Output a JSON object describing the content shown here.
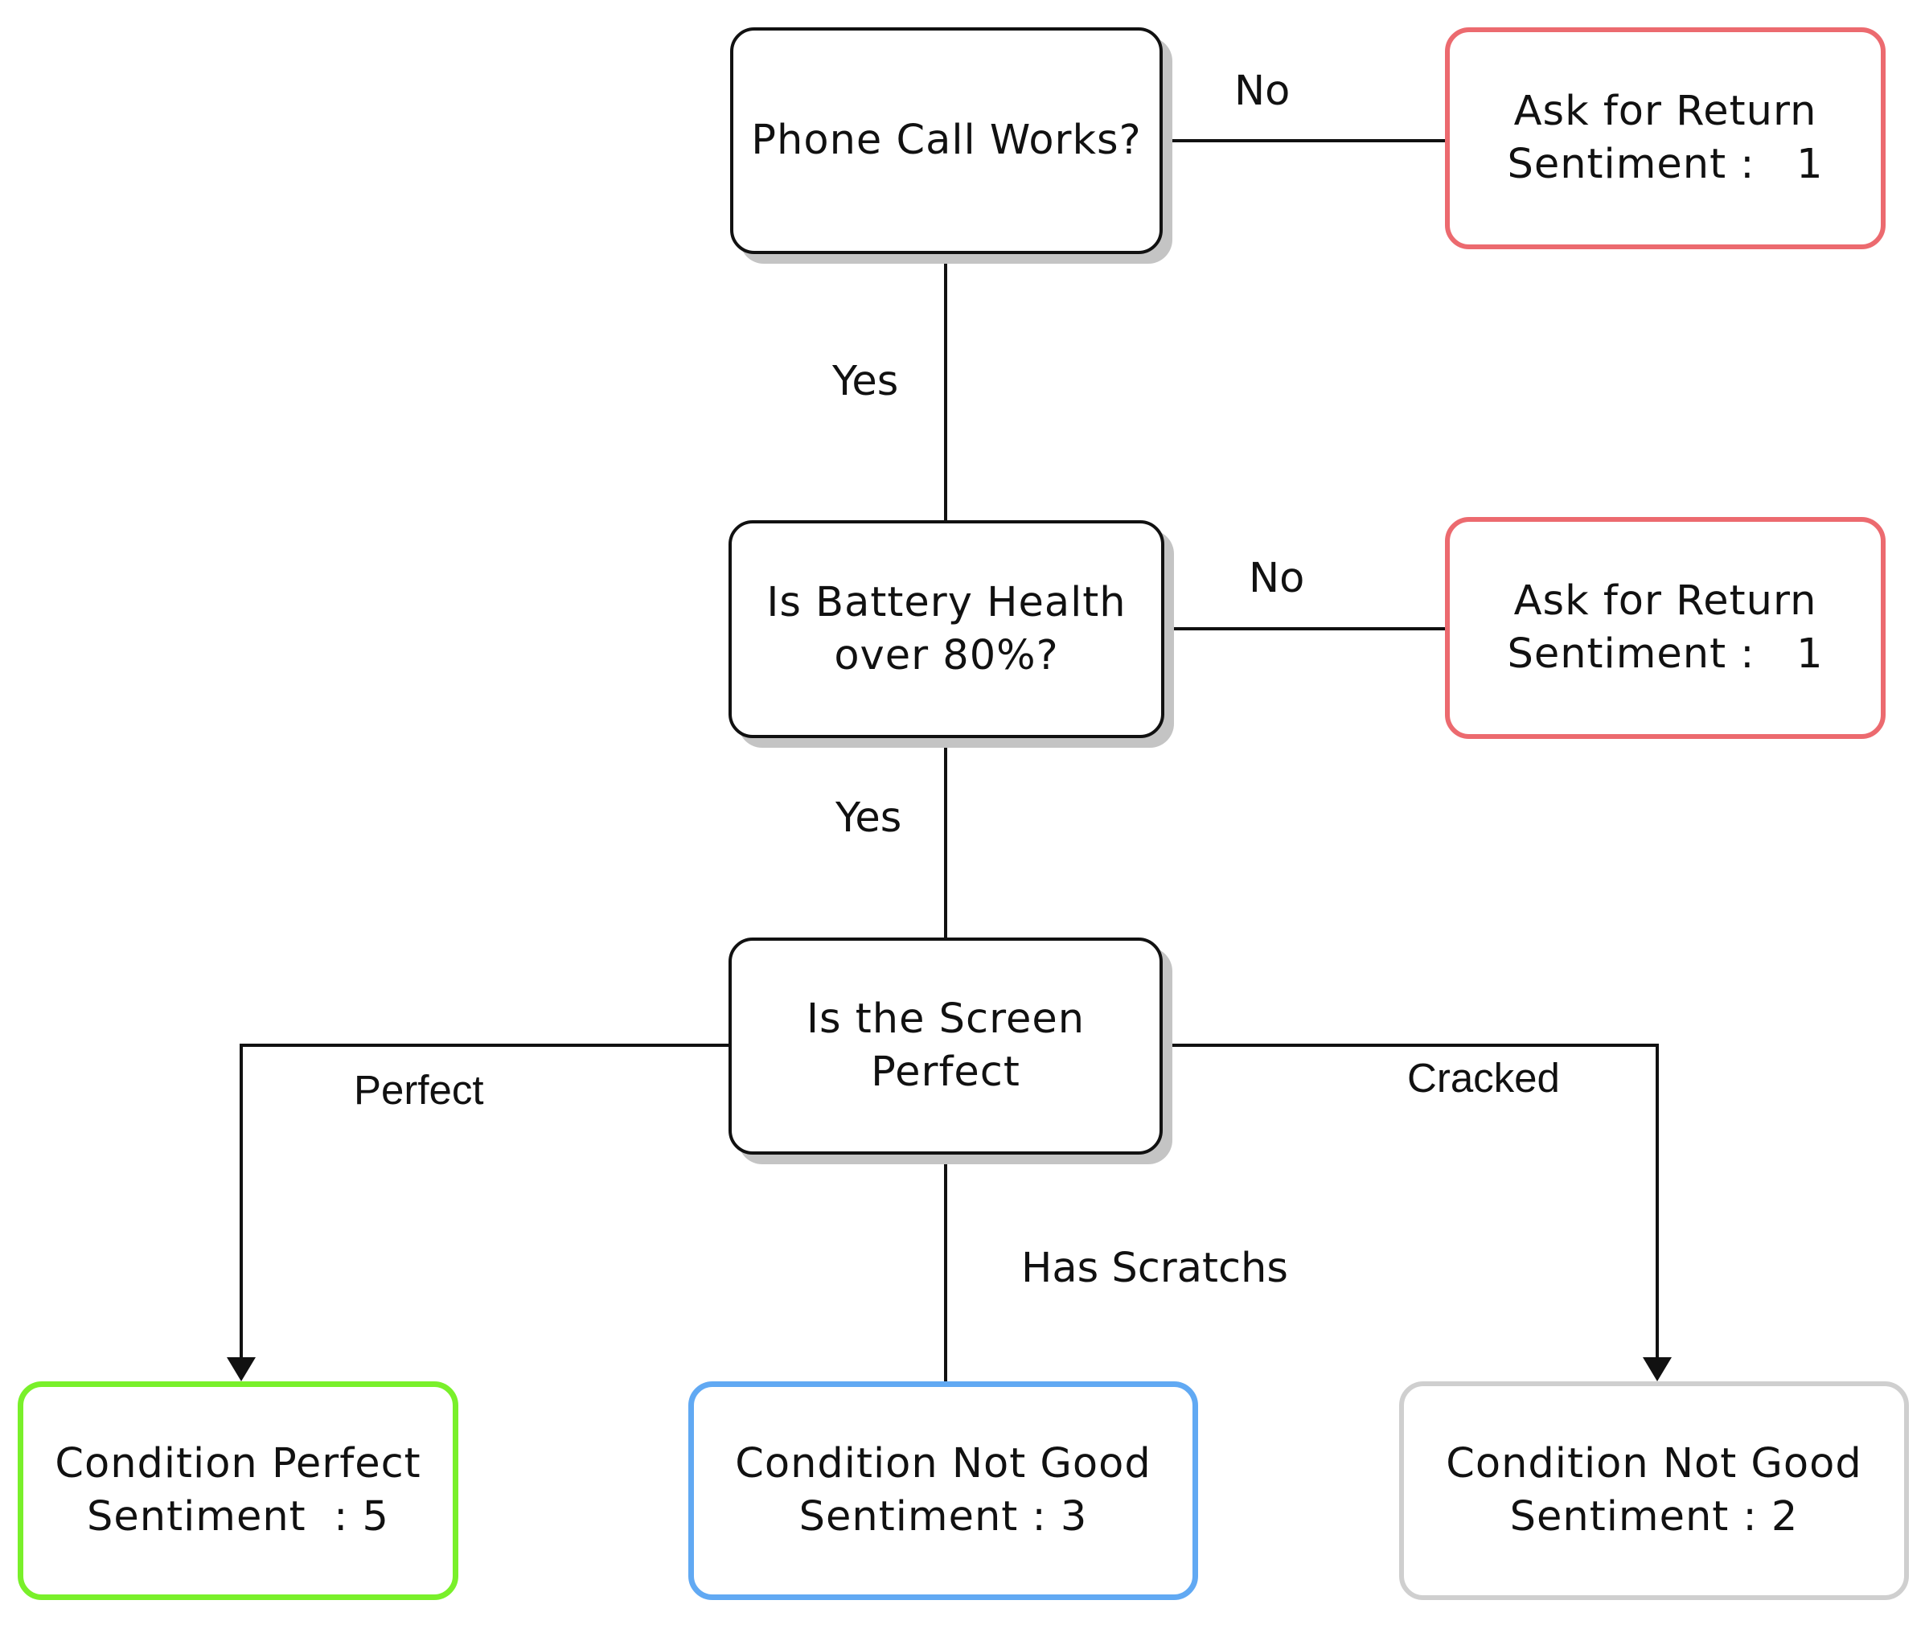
{
  "nodes": {
    "q1": "Phone Call Works?",
    "r1": {
      "line1": "Ask for Return",
      "line2": "Sentiment :   1"
    },
    "q2": {
      "line1": "Is Battery Health",
      "line2": "over 80%?"
    },
    "r2": {
      "line1": "Ask for Return",
      "line2": "Sentiment :   1"
    },
    "q3": {
      "line1": "Is the Screen",
      "line2": "Perfect"
    },
    "leaf_perfect": {
      "line1": "Condition Perfect",
      "line2": "Sentiment  : 5"
    },
    "leaf_scratch": {
      "line1": "Condition Not Good",
      "line2": "Sentiment : 3"
    },
    "leaf_cracked": {
      "line1": "Condition Not Good",
      "line2": "Sentiment : 2"
    }
  },
  "edges": {
    "q1_no": "No",
    "q1_yes": "Yes",
    "q2_no": "No",
    "q2_yes": "Yes",
    "perfect": "Perfect",
    "scratches": "Has Scratchs",
    "cracked": "Cracked"
  },
  "colors": {
    "return_border": "#ec6a6f",
    "perfect_border": "#79f02a",
    "scratch_border": "#61a9f3",
    "cracked_border": "#cfcfcf"
  }
}
